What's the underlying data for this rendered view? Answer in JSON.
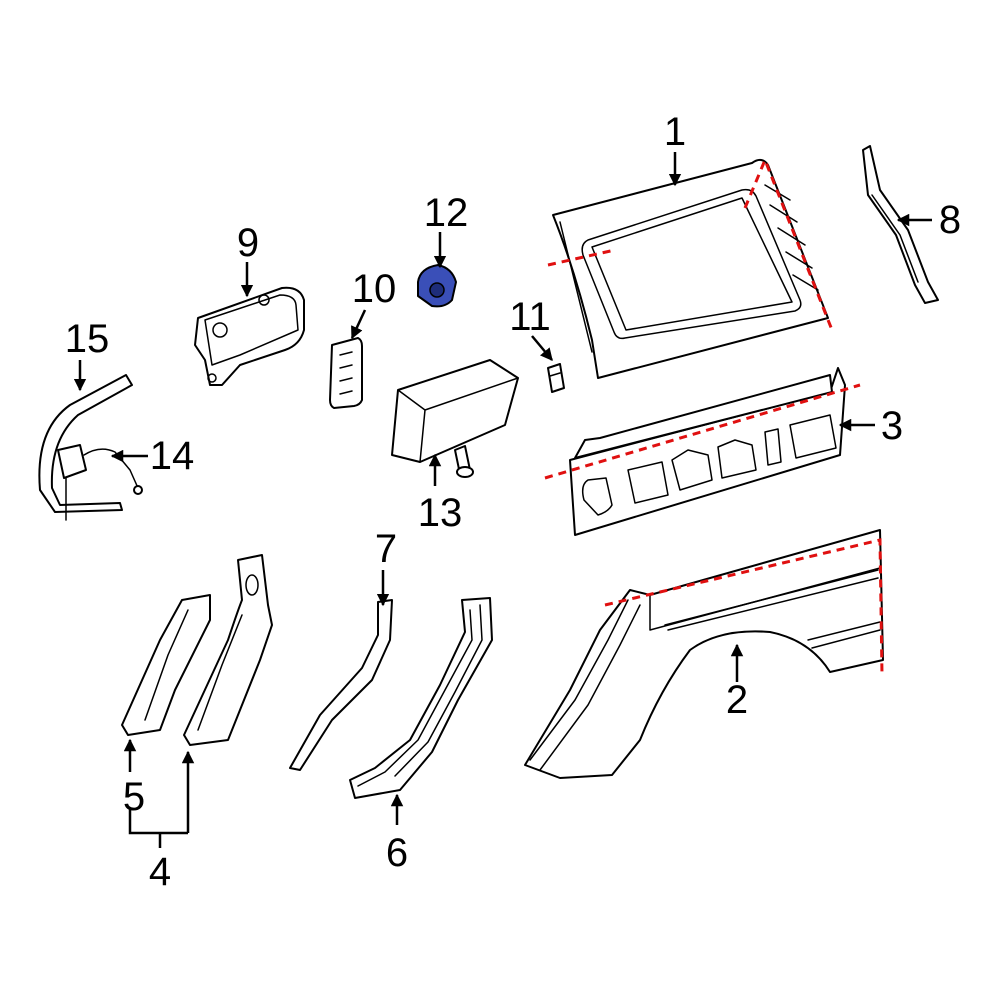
{
  "callouts": {
    "c1": "1",
    "c2": "2",
    "c3": "3",
    "c4": "4",
    "c5": "5",
    "c6": "6",
    "c7": "7",
    "c8": "8",
    "c9": "9",
    "c10": "10",
    "c11": "11",
    "c12": "12",
    "c13": "13",
    "c14": "14",
    "c15": "15"
  },
  "colors": {
    "outline": "#000000",
    "cut_line": "#e01010",
    "highlighted_part": "#3a4fb8",
    "background": "#ffffff"
  }
}
